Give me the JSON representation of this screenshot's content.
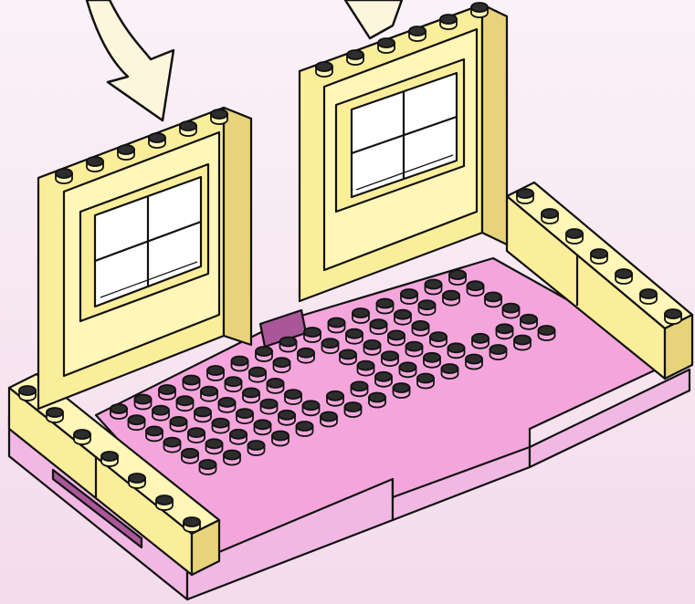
{
  "illustration": {
    "colors": {
      "background_top": "#fbf2f8",
      "background_bottom": "#f3dcea",
      "arrow_fill": "#fdf5dc",
      "outline": "#111111",
      "wall_face": "#fbee9a",
      "wall_light": "#fff6b8",
      "wall_shadow": "#e6d37a",
      "plate_top": "#f4a6dc",
      "plate_side": "#f0b8e3",
      "plate_dark": "#a9569a",
      "stud_top": "#2d2d2d",
      "window_pane": "#ffffff"
    },
    "arrows": [
      {
        "name": "left-insert-arrow",
        "icon": "curved-down-arrow-icon"
      },
      {
        "name": "right-insert-arrow",
        "icon": "curved-down-arrow-icon"
      }
    ],
    "walls": [
      {
        "name": "left-wall-panel",
        "studs": 6,
        "window": "four-pane"
      },
      {
        "name": "right-wall-panel",
        "studs": 6,
        "window": "four-pane"
      }
    ]
  }
}
